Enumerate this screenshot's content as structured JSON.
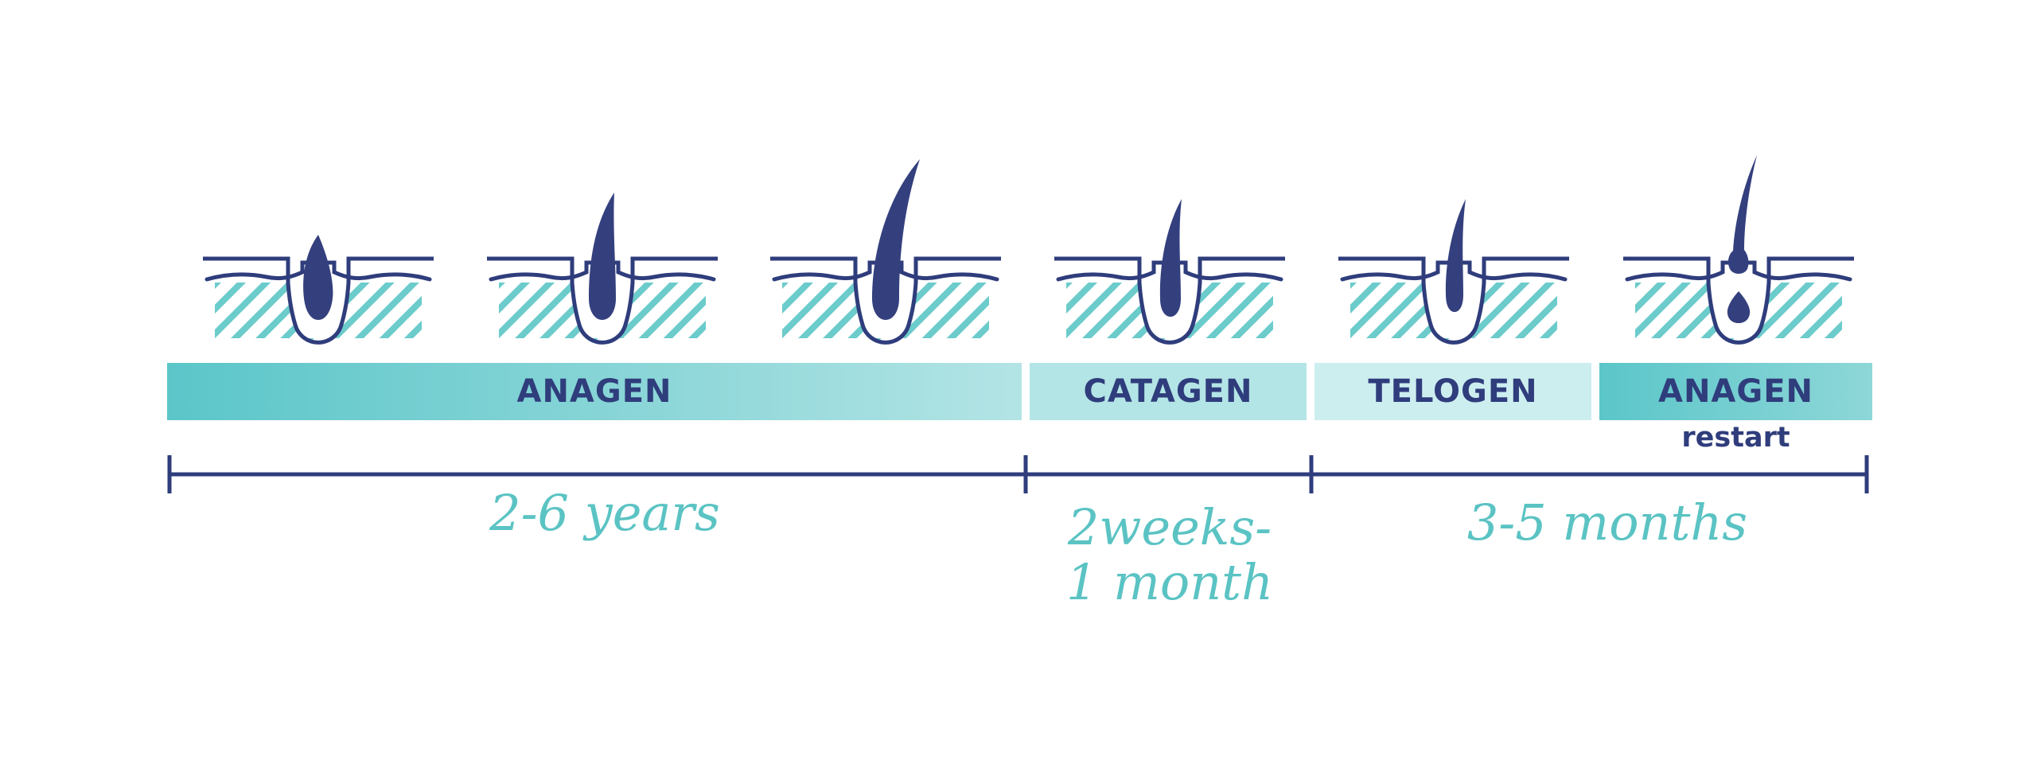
{
  "phases": [
    {
      "label": "ANAGEN"
    },
    {
      "label": "CATAGEN"
    },
    {
      "label": "TELOGEN"
    },
    {
      "label": "ANAGEN",
      "sublabel": "restart"
    }
  ],
  "durations": [
    {
      "label": "2-6 years"
    },
    {
      "label": "2weeks-\n1 month"
    },
    {
      "label": "3-5 months"
    }
  ],
  "colors": {
    "navy": "#2f3d7c",
    "teal": "#5bc6c9",
    "teal_light": "#b4e5e6",
    "teal_pale": "#cdeeef",
    "duration_text": "#5bc3c3"
  },
  "icons": [
    "follicle-small-hair-icon",
    "follicle-medium-hair-icon",
    "follicle-long-hair-icon",
    "follicle-catagen-hair-icon",
    "follicle-telogen-hair-icon",
    "follicle-restart-hair-icon"
  ]
}
